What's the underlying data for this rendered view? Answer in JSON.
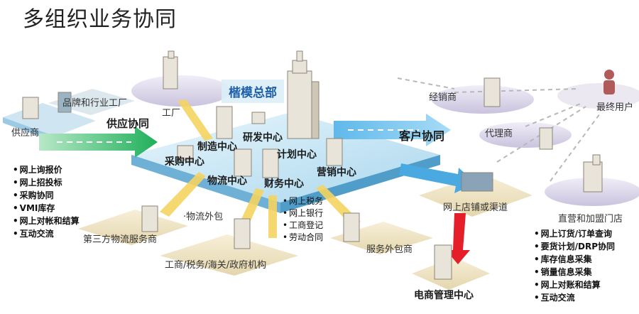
{
  "title": "多组织业务协同",
  "hq": "楷模总部",
  "centers": {
    "rd": "研发中心",
    "manufacturing": "制造中心",
    "planning": "计划中心",
    "procurement": "采购中心",
    "marketing": "营销中心",
    "logistics": "物流中心",
    "finance": "财务中心"
  },
  "nodes": {
    "brand_factory": "品牌和行业工厂",
    "factory": "工厂",
    "supplier": "供应商",
    "third_party_logistics": "第三方物流服务商",
    "government": "工商/税务/海关/政府机构",
    "service_outsourcing": "服务外包商",
    "ecommerce_center": "电商管理中心",
    "online_store": "网上店铺或渠道",
    "distributor": "经销商",
    "agent": "代理商",
    "end_user": "最终用户",
    "direct_franchise": "直营和加盟门店"
  },
  "flows": {
    "supply": "供应协同",
    "customer": "客户协同",
    "logistics_outsource": "物流外包"
  },
  "gov_services": [
    "网上税务",
    "网上银行",
    "工商登记",
    "劳动合同"
  ],
  "supplier_features": [
    "网上询报价",
    "网上招投标",
    "采购协同",
    "VMI库存",
    "网上对帐和结算",
    "互动交流"
  ],
  "customer_features": [
    "网上订货/订单查询",
    "要货计划/DRP协同",
    "库存信息采集",
    "销量信息采集",
    "网上对账和结算",
    "互动交流"
  ]
}
